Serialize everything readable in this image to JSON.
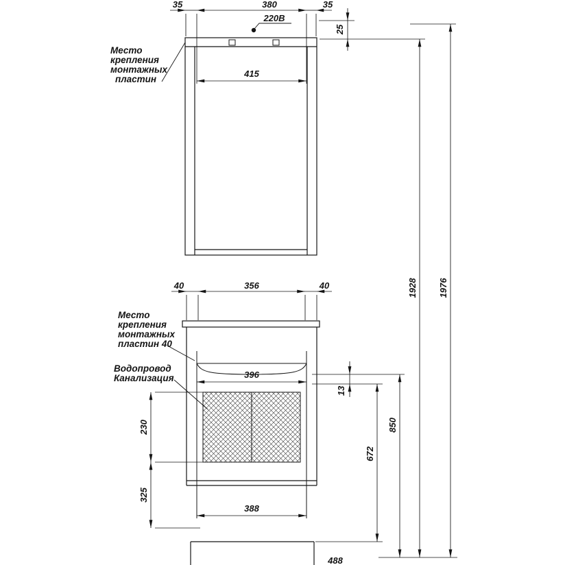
{
  "mirror_cabinet": {
    "mount_note": [
      "Место",
      "крепления",
      "монтажных",
      "пластин"
    ],
    "outlet_label": "220В",
    "dim_edge_left": "35",
    "dim_plates_span": "380",
    "dim_edge_right": "35",
    "dim_inner": "415",
    "dim_outlet_drop": "25"
  },
  "vanity": {
    "mount_note": [
      "Место",
      "крепления",
      "монтажных",
      "пластин 40"
    ],
    "water_label": "Водопровод",
    "sewer_label": "Канализация",
    "dim_edge_left": "40",
    "dim_plates_span": "356",
    "dim_edge_right": "40",
    "dim_sink_width": "396",
    "dim_gap": "13",
    "dim_hatch_height": "230",
    "dim_bottom_offset": "325",
    "dim_bottom_width": "388",
    "dim_height_672": "672",
    "dim_height_850": "850"
  },
  "overall": {
    "dim_height_1928": "1928",
    "dim_height_1976": "1976",
    "dim_bottom": "488"
  }
}
